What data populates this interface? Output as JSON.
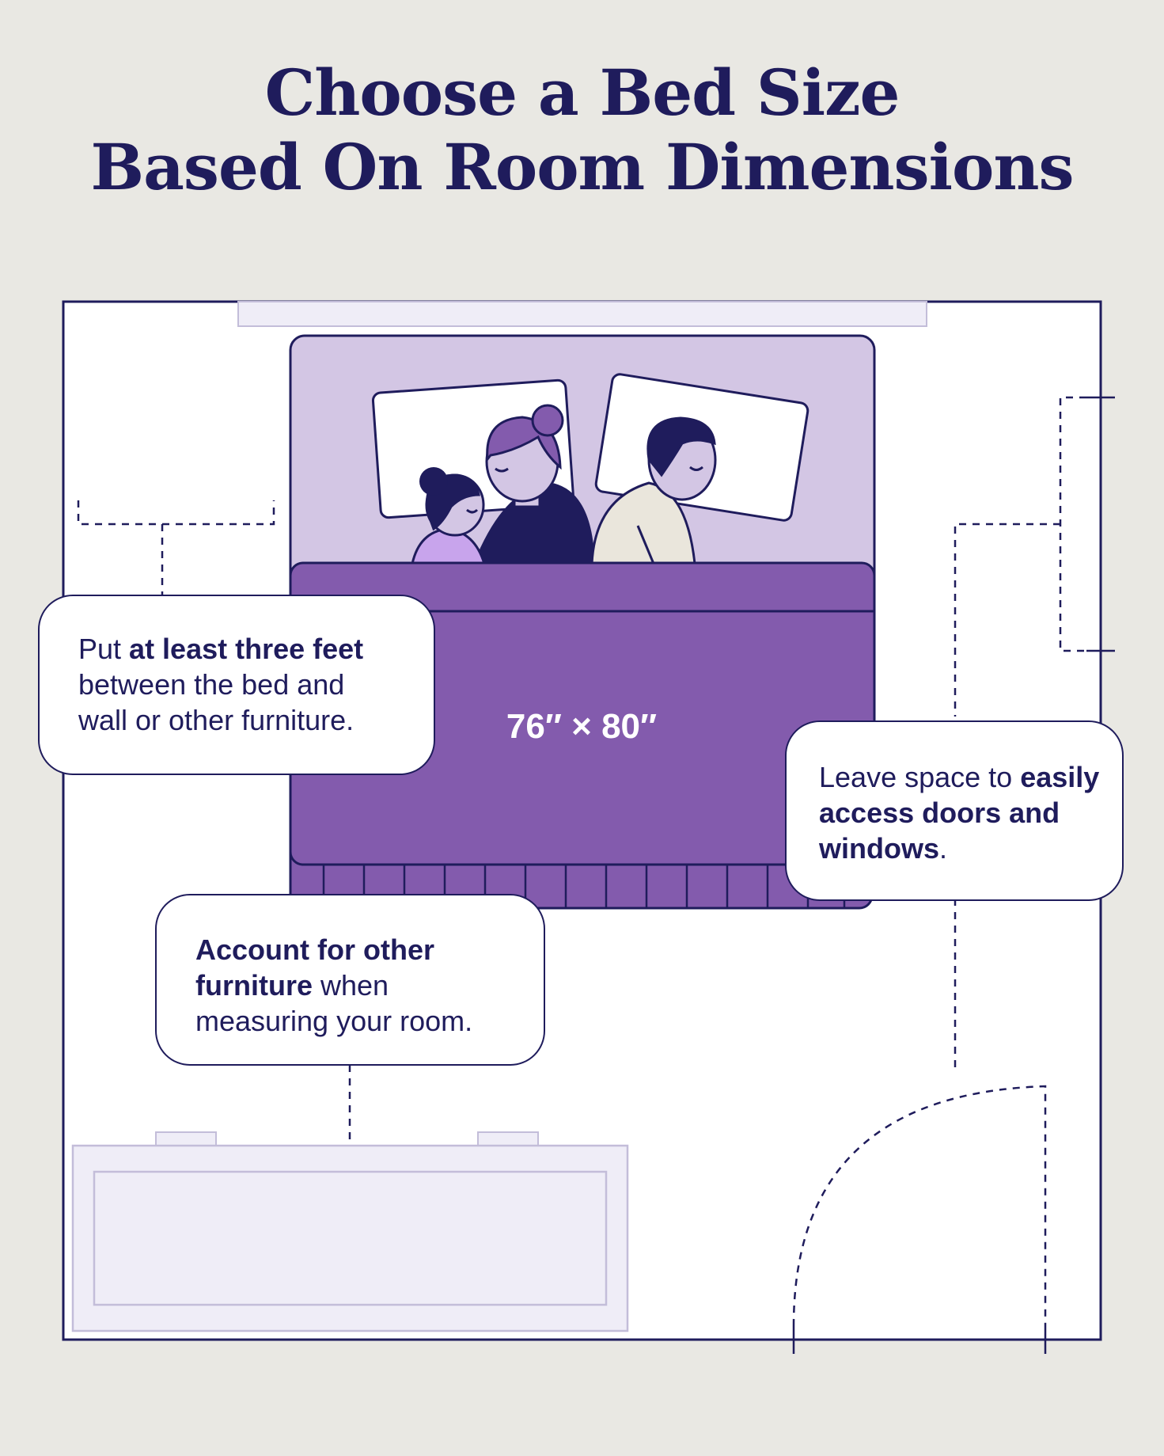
{
  "title": {
    "line1": "Choose a Bed Size",
    "line2": "Based On Room Dimensions"
  },
  "bed": {
    "dimensions_label": "76″ × 80″"
  },
  "callouts": {
    "clearance": {
      "pre": "Put ",
      "bold": "at least three feet",
      "post": " between the bed and wall or other furniture."
    },
    "access": {
      "pre": "Leave space to ",
      "bold": "easily access doors and windows",
      "post": "."
    },
    "furniture": {
      "bold": "Account for other furniture",
      "post": " when measuring your room."
    }
  },
  "colors": {
    "background": "#e9e8e3",
    "ink": "#1f1c5c",
    "sheet": "#d3c6e4",
    "blanket": "#835bad",
    "dresser": "#efedf7",
    "child_shirt": "#c8a4ec",
    "woman_hair": "#835bad",
    "man_shirt": "#eae6dc"
  }
}
